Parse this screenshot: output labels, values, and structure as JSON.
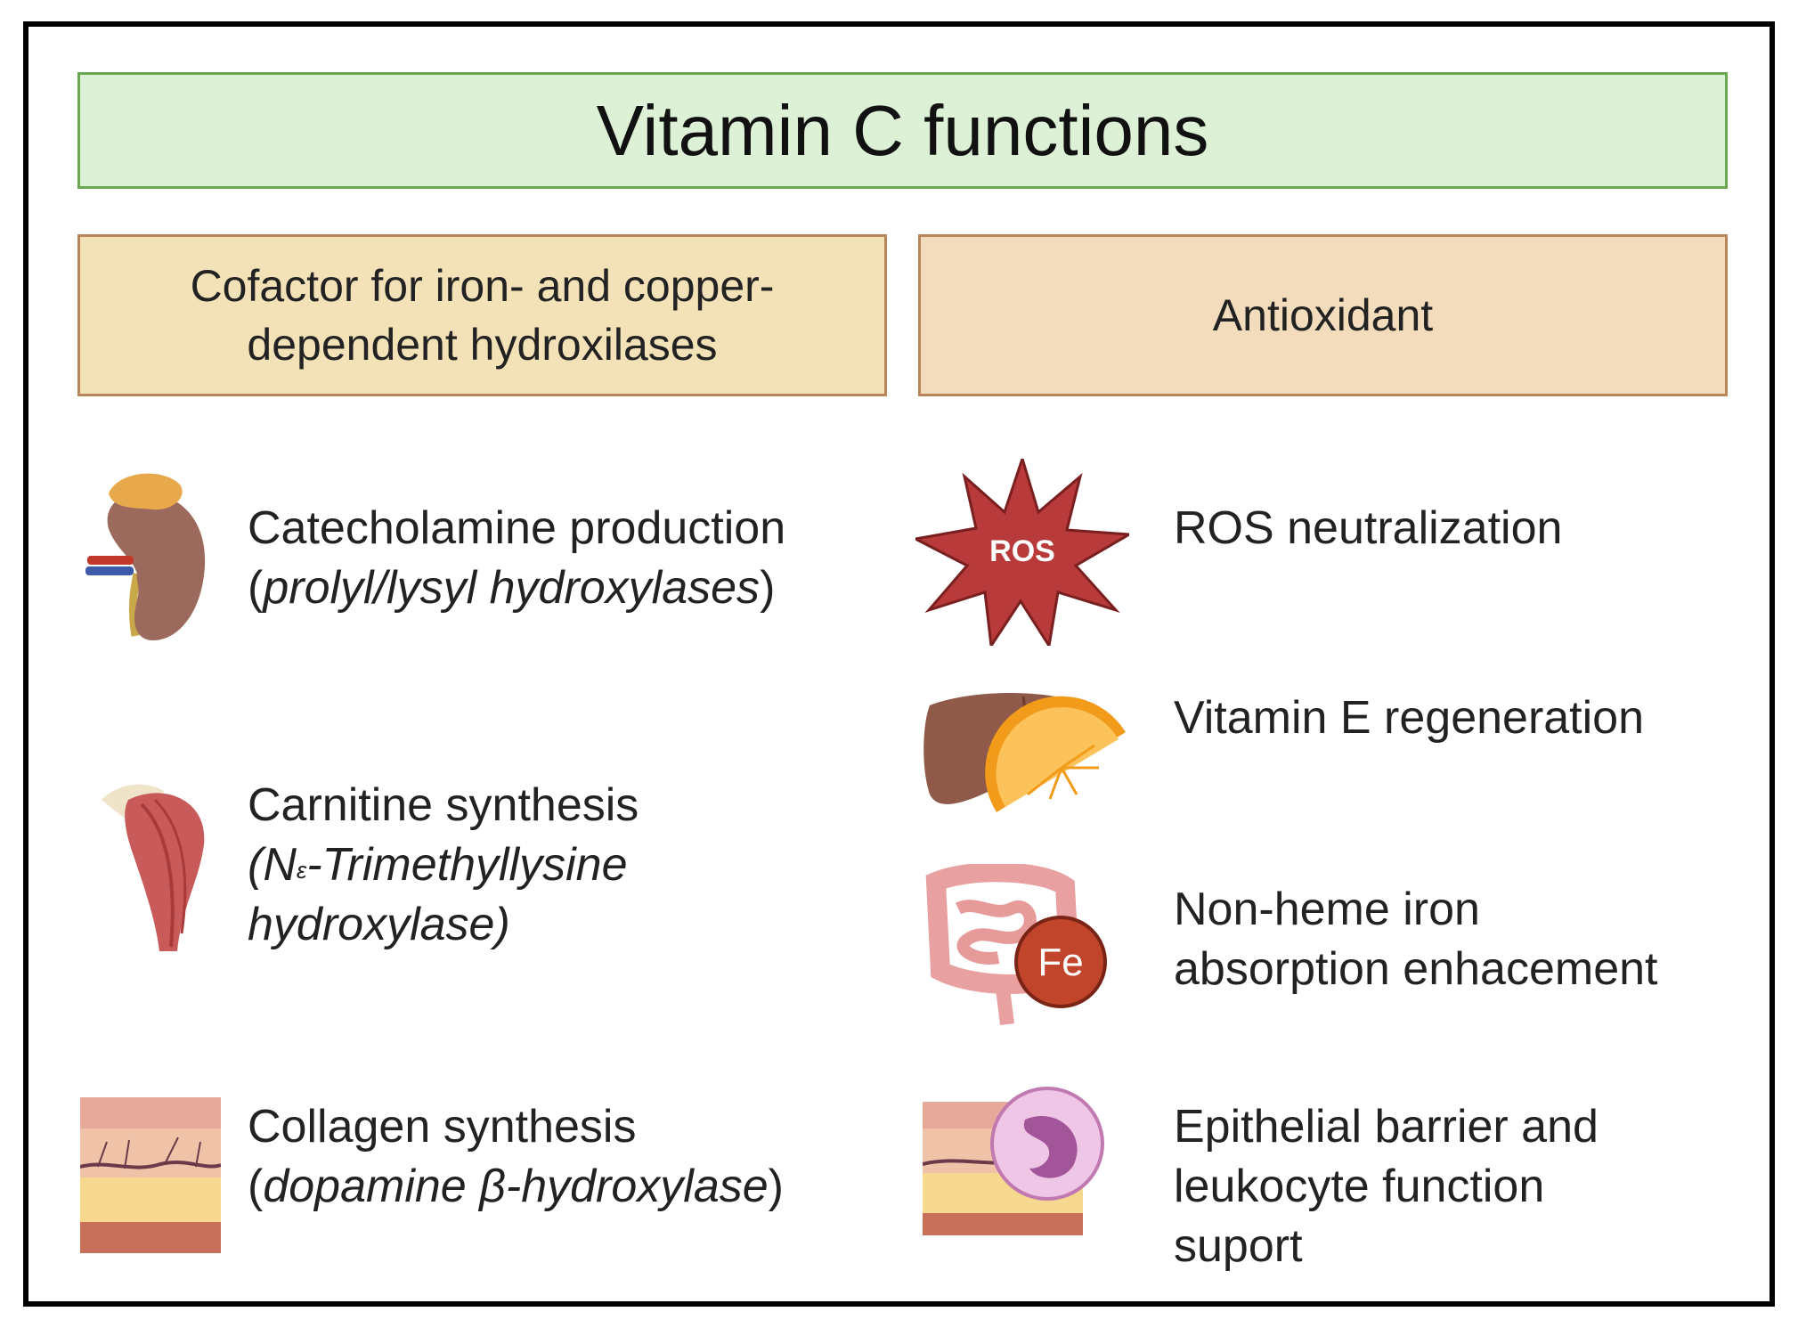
{
  "title": "Vitamin C functions",
  "columns": {
    "left": {
      "header_line1": "Cofactor for iron- and copper-",
      "header_line2": "dependent hydroxilases",
      "items": [
        {
          "icon": "kidney-adrenal-icon",
          "line1": "Catecholamine production",
          "line2_open": "(",
          "line2_italic": "prolyl/lysyl hydroxylases",
          "line2_close": ")"
        },
        {
          "icon": "muscle-icon",
          "line1": "Carnitine synthesis",
          "line2_a": "(N",
          "line2_sup": "ε",
          "line2_b": "-Trimethyllysine",
          "line3": "hydroxylase)"
        },
        {
          "icon": "skin-layers-icon",
          "line1": "Collagen synthesis",
          "line2_open": "(",
          "line2_italic": "dopamine β-hydroxylase",
          "line2_close": ")"
        }
      ]
    },
    "right": {
      "header": "Antioxidant",
      "items": [
        {
          "icon": "ros-burst-icon",
          "icon_label": "ROS",
          "line1": "ROS neutralization"
        },
        {
          "icon": "liver-orange-icon",
          "line1": "Vitamin E regeneration"
        },
        {
          "icon": "intestine-iron-icon",
          "icon_label": "Fe",
          "line1": "Non-heme iron",
          "line2": "absorption enhacement"
        },
        {
          "icon": "skin-leukocyte-icon",
          "line1": "Epithelial barrier and",
          "line2": "leukocyte function",
          "line3": "suport"
        }
      ]
    }
  },
  "colors": {
    "title_bg": "#dcf1d6",
    "title_border": "#6aa84f",
    "left_header_bg": "#f3e2b8",
    "right_header_bg": "#f2dcbc",
    "header_border": "#b8865a",
    "ros_red": "#b83a3a",
    "fe_red": "#c0452a"
  }
}
